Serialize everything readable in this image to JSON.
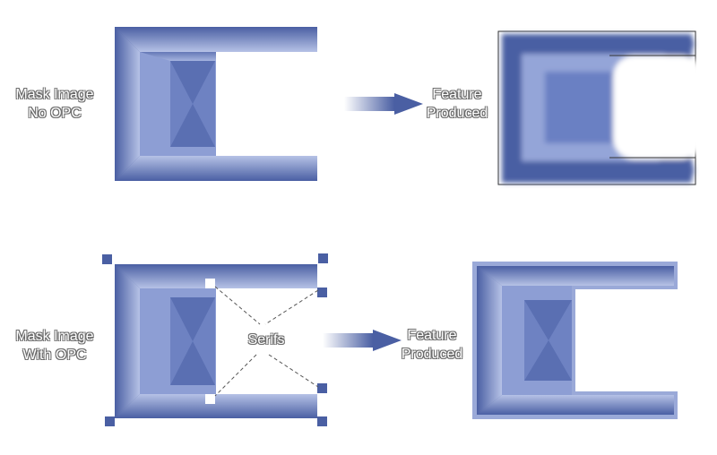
{
  "diagram": {
    "top_row": {
      "mask_label": [
        "Mask Image",
        "No OPC"
      ],
      "result_label": [
        "Feature",
        "Produced"
      ]
    },
    "bottom_row": {
      "mask_label": [
        "Mask Image",
        "With OPC"
      ],
      "serif_label": "Serifs",
      "result_label": [
        "Feature",
        "Produced"
      ]
    },
    "colors": {
      "fill_dark": "#4a5fa3",
      "fill_light": "#b6c2e6",
      "outline_light": "#9aa9d8",
      "serif_fill": "#4a5fa3",
      "label_outline": "#6b6b6b"
    }
  }
}
